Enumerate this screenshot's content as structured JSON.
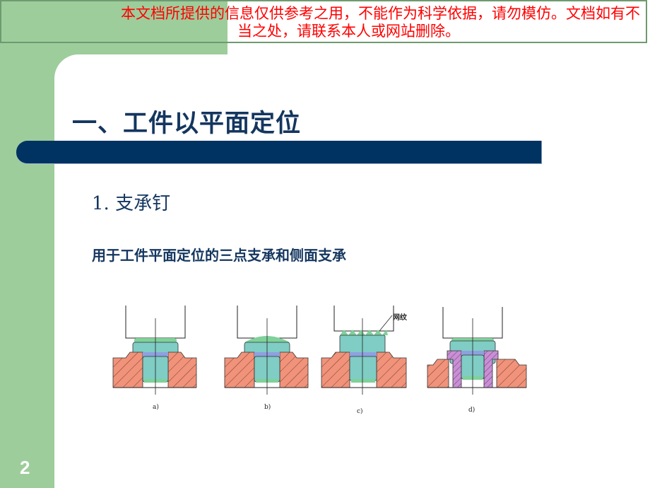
{
  "notice": {
    "line1": "本文档所提供的信息仅供参考之用，不能作为科学依据，请勿模仿。文档如有不",
    "line2": "当之处，请联系本人或网站删除。",
    "color": "#ff0000"
  },
  "slide": {
    "title": "一、工件以平面定位",
    "subheading": "1. 支承钉",
    "description": "用于工件平面定位的三点支承和侧面支承",
    "page_number": "2",
    "colors": {
      "sidebar_green": "#9dcd9b",
      "title_bar_navy": "#003262",
      "title_text": "#14365f"
    }
  },
  "figure": {
    "panels": [
      {
        "label": "a)",
        "type": "flat-head support pin"
      },
      {
        "label": "b)",
        "type": "spherical-head support pin"
      },
      {
        "label": "c)",
        "type": "serrated-head support pin",
        "annotation": "网纹"
      },
      {
        "label": "d)",
        "type": "flat-head support pin with bushing"
      }
    ],
    "colors": {
      "pin": "#7fcdc4",
      "pin_edge": "#7fd19a",
      "body": "#f0937a",
      "bushing": "#c98fd4",
      "washer": "#8fa0e0"
    }
  }
}
